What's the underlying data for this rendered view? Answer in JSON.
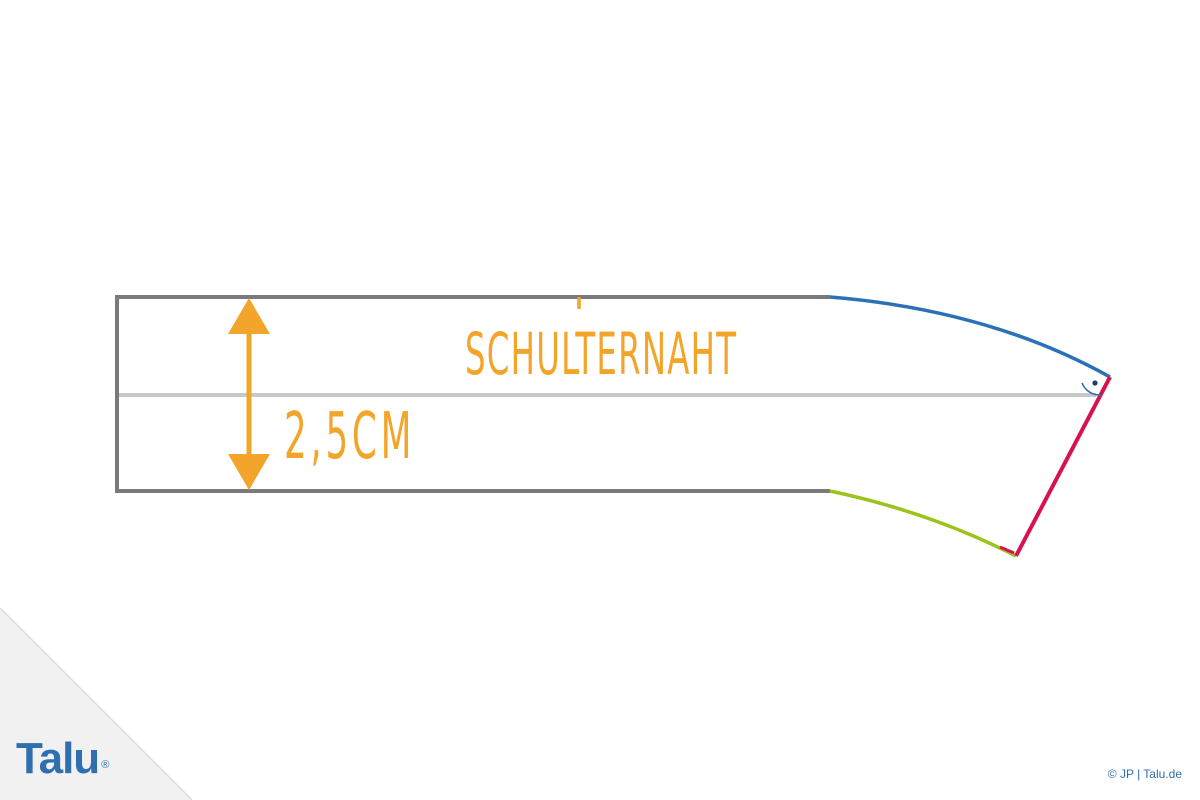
{
  "diagram": {
    "label_shoulder_seam": "SCHULTERNAHT",
    "label_width": "2,5CM"
  },
  "branding": {
    "logo_text": "Talu",
    "logo_registered": "®",
    "copyright": "© JP | Talu.de"
  },
  "colors": {
    "outline": "#7a7a7a",
    "center_line": "#c8c8c8",
    "accent_orange": "#f2a52a",
    "curve_blue": "#2a72b5",
    "curve_green": "#9cc31c",
    "edge_red": "#d8124f",
    "brand_blue": "#2f6fb0",
    "copyright_text": "#2f6fb0",
    "corner_fold": "#e6e6e6"
  }
}
